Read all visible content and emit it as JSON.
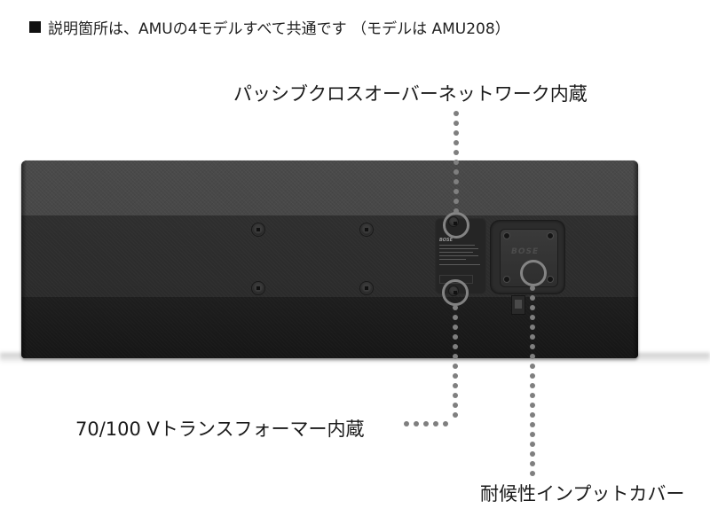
{
  "header": {
    "bullet_icon": "black-square",
    "text": "説明箇所は、AMUの4モデルすべて共通です （モデルは AMU208）"
  },
  "callouts": [
    {
      "id": "crossover",
      "label": "パッシブクロスオーバーネットワーク内蔵"
    },
    {
      "id": "transformer",
      "label": "70/100 Vトランスフォーマー内蔵"
    },
    {
      "id": "input_cover",
      "label": "耐候性インプットカバー"
    }
  ],
  "product": {
    "brand": "BOSE",
    "model": "AMU208",
    "plate_brand": "BOSE"
  },
  "colors": {
    "callout_line": "#7f7f7f",
    "speaker_top": "#4a4a4a",
    "speaker_body": "#2c2c2c",
    "text": "#1a1a1a"
  }
}
